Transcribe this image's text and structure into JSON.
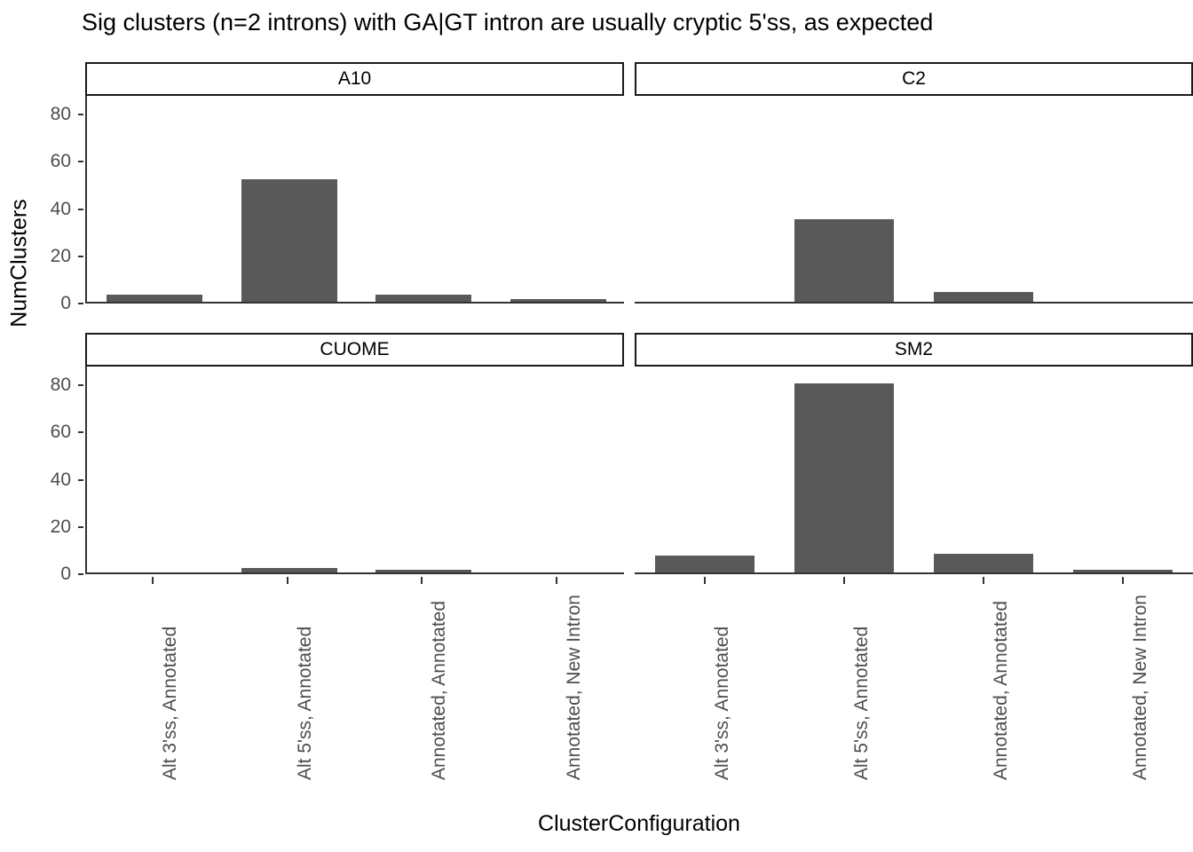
{
  "chart_data": {
    "type": "bar",
    "title": "Sig clusters (n=2 introns) with GA|GT intron are usually cryptic 5'ss, as expected",
    "xlabel": "ClusterConfiguration",
    "ylabel": "NumClusters",
    "ylim": [
      0,
      88
    ],
    "yticks": [
      0,
      20,
      40,
      60,
      80
    ],
    "ytick_labels": [
      "0",
      "20",
      "40",
      "60",
      "80"
    ],
    "grid": false,
    "legend": "none",
    "facet_layout": "2x2",
    "categories": [
      "Alt 3'ss, Annotated",
      "Alt 5'ss, Annotated",
      "Annotated, Annotated",
      "Annotated, New Intron"
    ],
    "bar_color": "#595959",
    "panels": [
      {
        "label": "A10",
        "values": [
          3,
          52,
          3,
          1
        ]
      },
      {
        "label": "C2",
        "values": [
          0,
          35,
          4,
          0
        ]
      },
      {
        "label": "CUOME",
        "values": [
          0,
          2,
          1,
          0
        ]
      },
      {
        "label": "SM2",
        "values": [
          7,
          80,
          8,
          1
        ]
      }
    ]
  }
}
